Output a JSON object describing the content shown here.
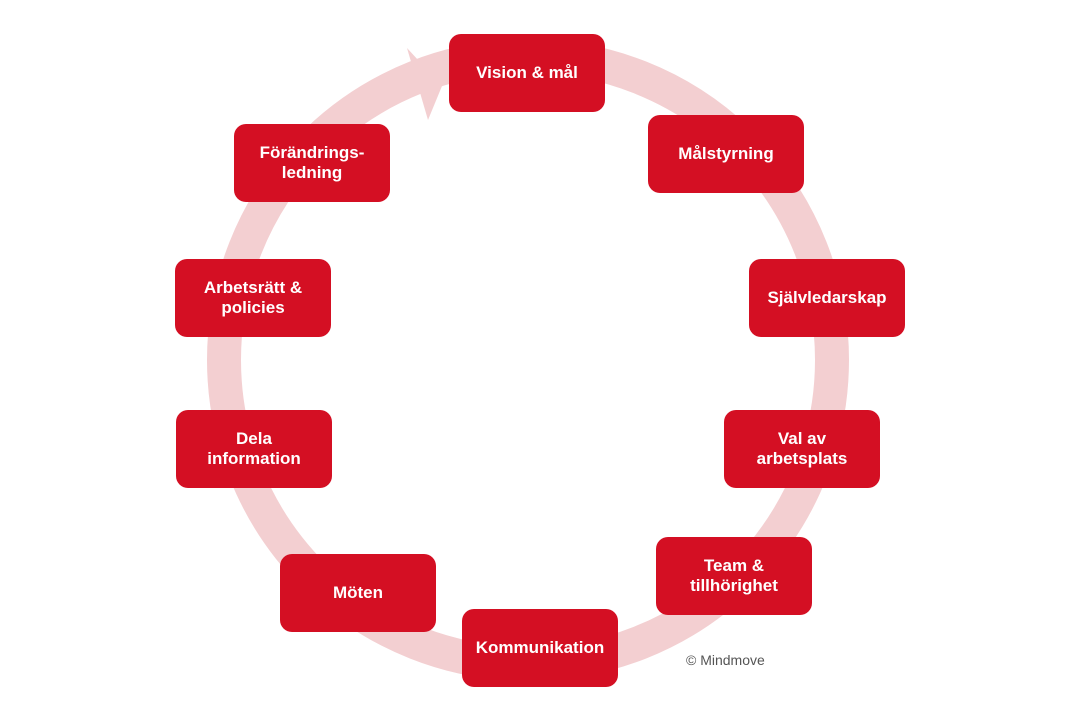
{
  "colors": {
    "node_fill": "#d40f23",
    "ring": "#f3cfd1",
    "text": "#ffffff"
  },
  "nodes": [
    "Vision & mål",
    "Målstyrning",
    "Självledarskap",
    "Val av\narbetsplats",
    "Team &\ntillhörighet",
    "Kommunikation",
    "Möten",
    "Dela\ninformation",
    "Arbetsrätt &\npolicies",
    "Förändrings-\nledning"
  ],
  "copyright": "© Mindmove"
}
